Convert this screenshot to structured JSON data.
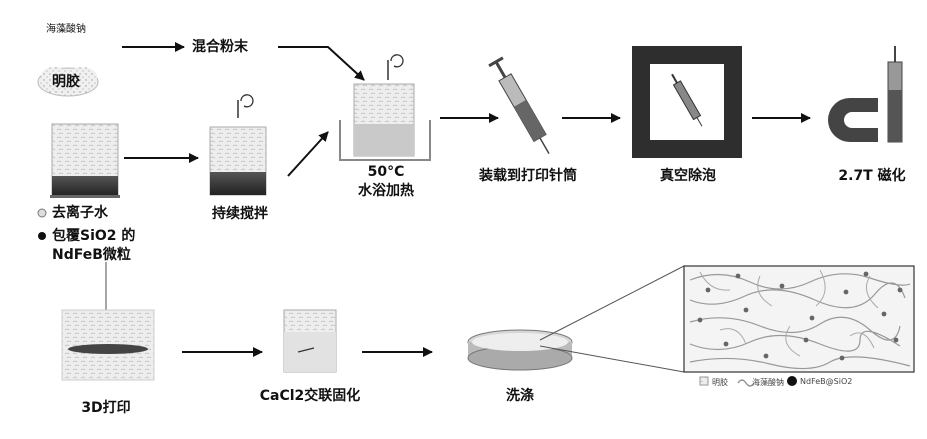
{
  "ingredients": {
    "sodium_alginate": "海藻酸钠",
    "gelatin": "明胶",
    "mixed_powder": "混合粉末"
  },
  "beaker_legend": {
    "water": "去离子水",
    "particles_line1": "包覆SiO2 的",
    "particles_line2": "NdFeB微粒"
  },
  "steps": {
    "stirring": "持续搅拌",
    "temp": "50°C",
    "water_bath": "水浴加热",
    "load_syringe": "装载到打印针筒",
    "vacuum": "真空除泡",
    "magnetize": "2.7T 磁化",
    "print": "3D打印",
    "crosslink": "CaCl2交联固化",
    "wash": "洗涤"
  },
  "zoom_legend": {
    "gelatin": "明胶",
    "alginate": "海藻酸钠",
    "particle": "NdFeB@SiO2"
  }
}
